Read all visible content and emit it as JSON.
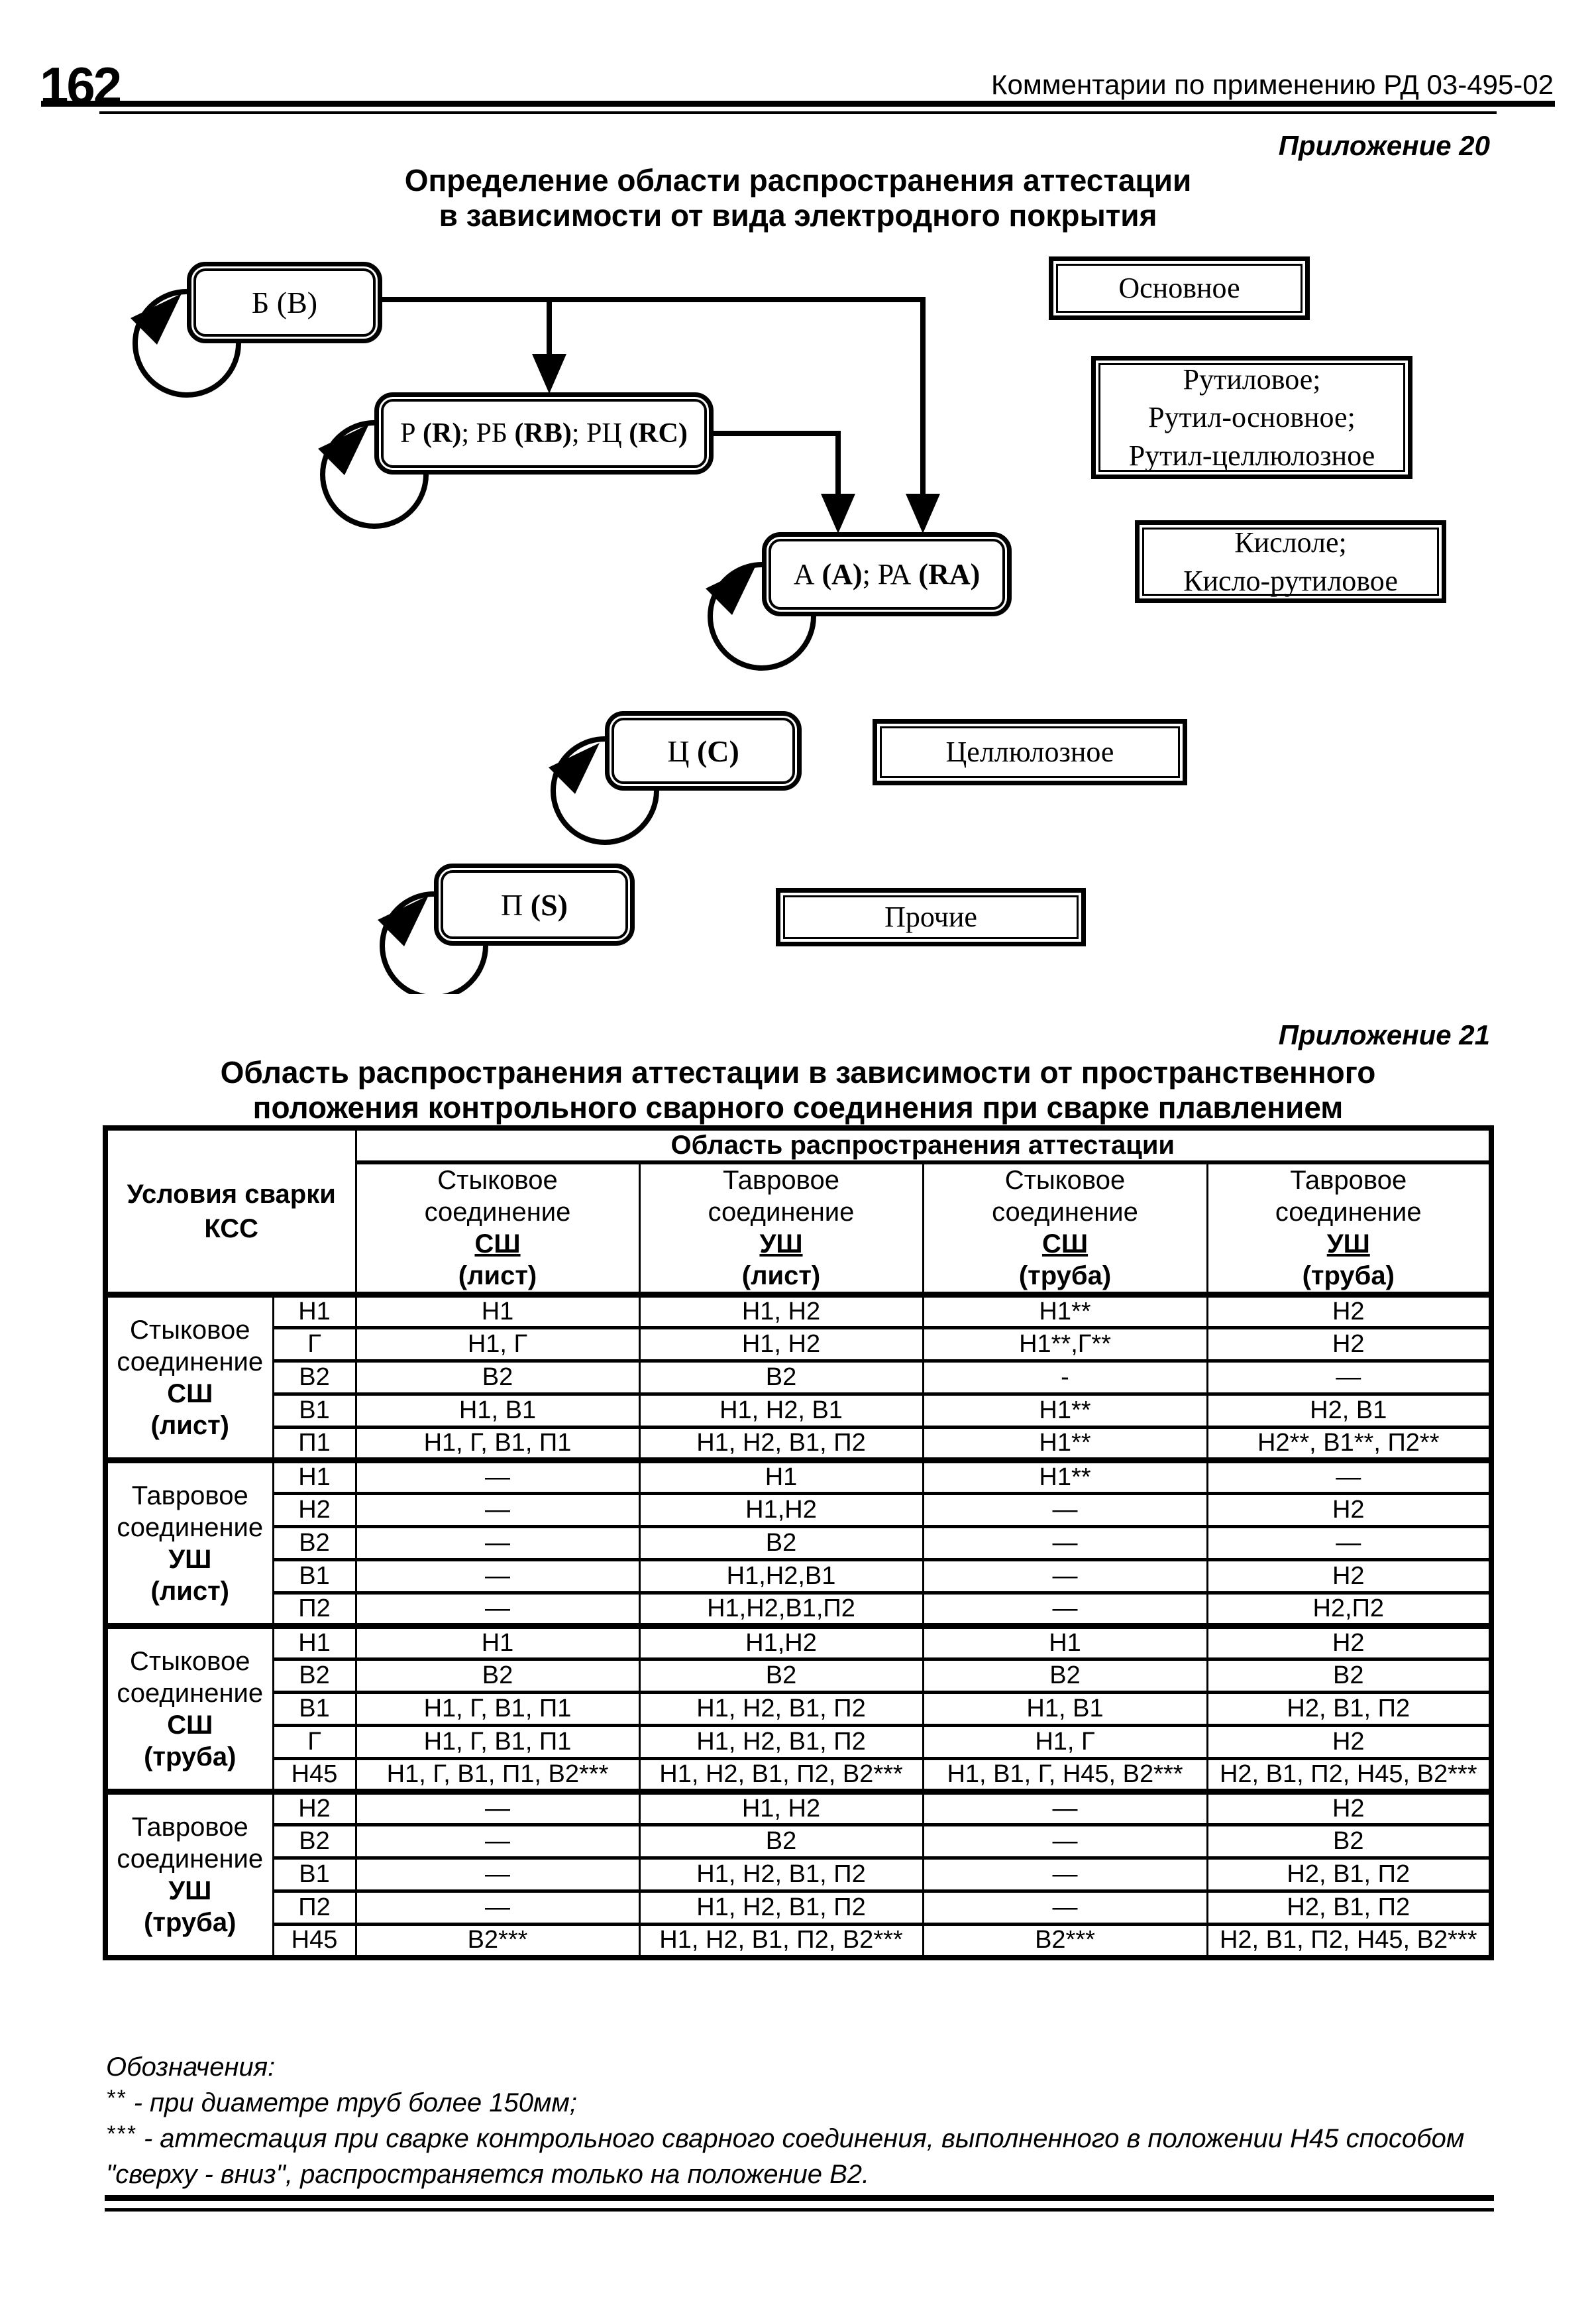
{
  "page": {
    "number": "162",
    "header_right": "Комментарии по применению РД 03-495-02"
  },
  "appendix20": {
    "label": "Приложение 20",
    "title_line1": "Определение области распространения аттестации",
    "title_line2": "в зависимости от вида электродного покрытия"
  },
  "flowchart": {
    "boxes": [
      {
        "id": "b",
        "segments": [
          [
            "Б (В)",
            false
          ]
        ]
      },
      {
        "id": "r",
        "segments": [
          [
            "Р ",
            false
          ],
          [
            "(R)",
            true
          ],
          [
            "; РБ ",
            false
          ],
          [
            "(RB)",
            true
          ],
          [
            "; РЦ ",
            false
          ],
          [
            "(RC)",
            true
          ]
        ]
      },
      {
        "id": "a",
        "segments": [
          [
            "А ",
            false
          ],
          [
            "(А)",
            true
          ],
          [
            "; РА ",
            false
          ],
          [
            "(RA)",
            true
          ]
        ]
      },
      {
        "id": "c",
        "segments": [
          [
            "Ц ",
            false
          ],
          [
            "(С)",
            true
          ]
        ]
      },
      {
        "id": "s",
        "segments": [
          [
            "П ",
            false
          ],
          [
            "(S)",
            true
          ]
        ]
      }
    ],
    "legends": [
      {
        "lines": [
          "Основное"
        ]
      },
      {
        "lines": [
          "Рутиловое;",
          "Рутил-основное;",
          "Рутил-целлюлозное"
        ]
      },
      {
        "lines": [
          "Кислоле;",
          "Кисло-рутиловое"
        ]
      },
      {
        "lines": [
          "Целлюлозное"
        ]
      },
      {
        "lines": [
          "Прочие"
        ]
      }
    ]
  },
  "appendix21": {
    "label": "Приложение 21",
    "title_line1": "Область распространения аттестации в зависимости от пространственного",
    "title_line2": "положения контрольного сварного соединения при сварке плавлением"
  },
  "table": {
    "corner_line1": "Условия сварки",
    "corner_line2": "КСС",
    "span_header": "Область распространения аттестации",
    "columns": [
      {
        "l1": "Стыковое",
        "l2": "соединение",
        "code": "СШ",
        "kind": "(лист)"
      },
      {
        "l1": "Тавровое",
        "l2": "соединение",
        "code": "УШ",
        "kind": "(лист)"
      },
      {
        "l1": "Стыковое",
        "l2": "соединение",
        "code": "СШ",
        "kind": "(труба)"
      },
      {
        "l1": "Тавровое",
        "l2": "соединение",
        "code": "УШ",
        "kind": "(труба)"
      }
    ],
    "groups": [
      {
        "label": [
          "Стыковое",
          "соединение"
        ],
        "code": "СШ",
        "kind": "(лист)",
        "rows": [
          {
            "pos": "Н1",
            "cells": [
              "Н1",
              "Н1, Н2",
              "Н1**",
              "Н2"
            ]
          },
          {
            "pos": "Г",
            "cells": [
              "Н1, Г",
              "Н1, Н2",
              "Н1**,Г**",
              "Н2"
            ]
          },
          {
            "pos": "В2",
            "cells": [
              "В2",
              "В2",
              "-",
              "—"
            ]
          },
          {
            "pos": "В1",
            "cells": [
              "Н1, В1",
              "Н1, Н2, В1",
              "Н1**",
              "Н2, В1"
            ]
          },
          {
            "pos": "П1",
            "cells": [
              "Н1, Г, В1, П1",
              "Н1, Н2, В1, П2",
              "Н1**",
              "Н2**, В1**, П2**"
            ]
          }
        ]
      },
      {
        "label": [
          "Тавровое",
          "соединение"
        ],
        "code": "УШ",
        "kind": "(лист)",
        "rows": [
          {
            "pos": "Н1",
            "cells": [
              "—",
              "Н1",
              "Н1**",
              "—"
            ]
          },
          {
            "pos": "Н2",
            "cells": [
              "—",
              "Н1,Н2",
              "—",
              "Н2"
            ]
          },
          {
            "pos": "В2",
            "cells": [
              "—",
              "В2",
              "—",
              "—"
            ]
          },
          {
            "pos": "В1",
            "cells": [
              "—",
              "Н1,Н2,В1",
              "—",
              "Н2"
            ]
          },
          {
            "pos": "П2",
            "cells": [
              "—",
              "Н1,Н2,В1,П2",
              "—",
              "Н2,П2"
            ]
          }
        ]
      },
      {
        "label": [
          "Стыковое",
          "соединение"
        ],
        "code": "СШ",
        "kind": "(труба)",
        "rows": [
          {
            "pos": "Н1",
            "cells": [
              "Н1",
              "Н1,Н2",
              "Н1",
              "Н2"
            ]
          },
          {
            "pos": "В2",
            "cells": [
              "В2",
              "В2",
              "В2",
              "В2"
            ]
          },
          {
            "pos": "В1",
            "cells": [
              "Н1, Г, В1, П1",
              "Н1, Н2, В1, П2",
              "Н1, В1",
              "Н2, В1, П2"
            ]
          },
          {
            "pos": "Г",
            "cells": [
              "Н1, Г, В1, П1",
              "Н1, Н2, В1, П2",
              "Н1, Г",
              "Н2"
            ]
          },
          {
            "pos": "Н45",
            "cells": [
              "Н1, Г, В1, П1, В2***",
              "Н1, Н2, В1, П2, В2***",
              "Н1, В1, Г, Н45, В2***",
              "Н2, В1, П2, Н45, В2***"
            ]
          }
        ]
      },
      {
        "label": [
          "Тавровое",
          "соединение"
        ],
        "code": "УШ",
        "kind": "(труба)",
        "rows": [
          {
            "pos": "Н2",
            "cells": [
              "—",
              "Н1, Н2",
              "—",
              "Н2"
            ]
          },
          {
            "pos": "В2",
            "cells": [
              "—",
              "В2",
              "—",
              "В2"
            ]
          },
          {
            "pos": "В1",
            "cells": [
              "—",
              "Н1, Н2, В1, П2",
              "—",
              "Н2, В1, П2"
            ]
          },
          {
            "pos": "П2",
            "cells": [
              "—",
              "Н1, Н2, В1, П2",
              "—",
              "Н2, В1, П2"
            ]
          },
          {
            "pos": "Н45",
            "cells": [
              "В2***",
              "Н1, Н2, В1, П2, В2***",
              "В2***",
              "Н2, В1, П2, Н45, В2***"
            ]
          }
        ]
      }
    ]
  },
  "footnotes": {
    "title": "Обозначения:",
    "lines": [
      {
        "mark": "**",
        "text": "- при диаметре труб более 150мм;"
      },
      {
        "mark": "***",
        "text": "- аттестация при сварке контрольного сварного  соединения, выполненного в положении Н45 способом"
      },
      {
        "mark": "",
        "text": "\"сверху - вниз\", распространяется только на положение В2."
      }
    ]
  }
}
